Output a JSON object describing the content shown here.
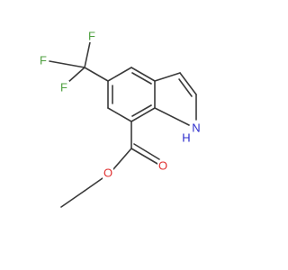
{
  "molecule": {
    "atoms": [
      {
        "symbol": "F",
        "role": "trifluoromethyl-fluorine",
        "color": "#4fa040"
      },
      {
        "symbol": "F",
        "role": "trifluoromethyl-fluorine",
        "color": "#4fa040"
      },
      {
        "symbol": "F",
        "role": "trifluoromethyl-fluorine",
        "color": "#4fa040"
      },
      {
        "symbol": "N",
        "role": "indole-nitrogen",
        "color": "#2b2bcc"
      },
      {
        "symbol": "H",
        "role": "indole-nh-hydrogen",
        "color": "#2b2bcc"
      },
      {
        "symbol": "O",
        "role": "ester-carbonyl-oxygen",
        "color": "#e03030"
      },
      {
        "symbol": "O",
        "role": "ester-ether-oxygen",
        "color": "#e03030"
      }
    ],
    "bond_color": "#3a3a3a",
    "background_color": "#ffffff"
  }
}
